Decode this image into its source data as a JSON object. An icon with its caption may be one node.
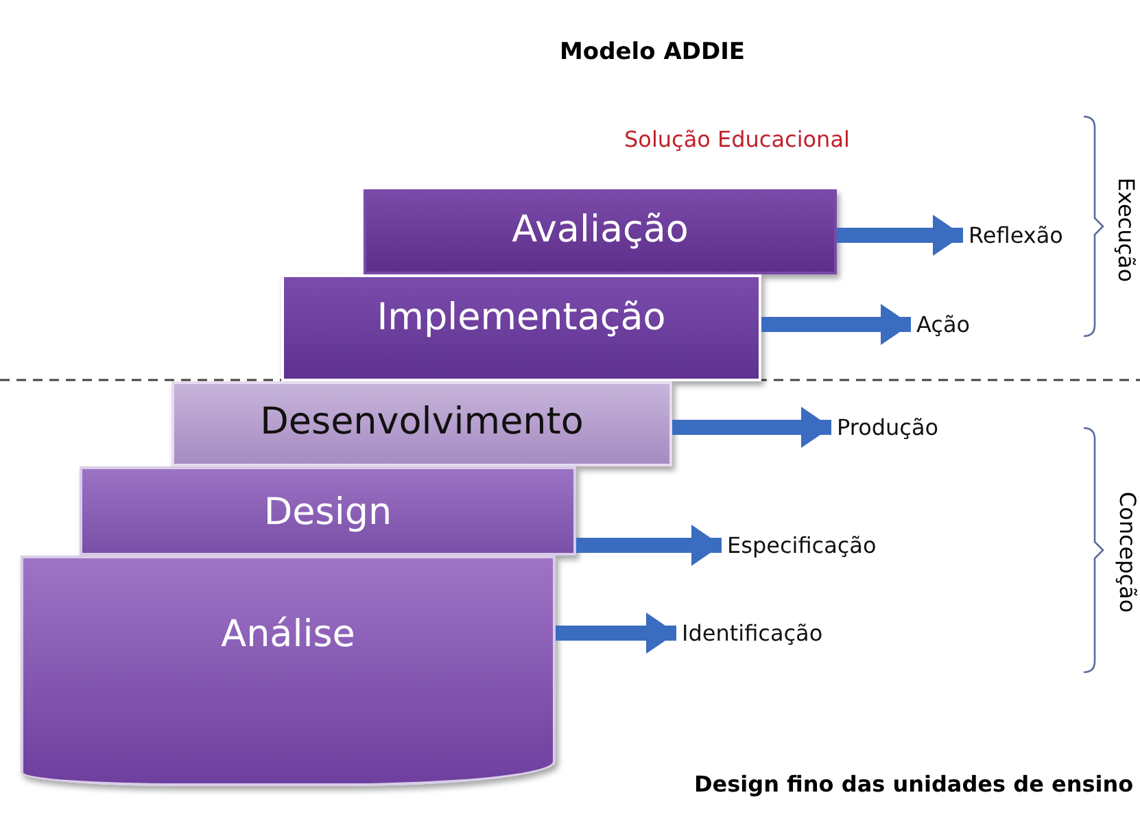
{
  "diagram": {
    "title": "Modelo ADDIE",
    "nodes": [
      {
        "text": [
          "Avaliação"
        ]
      },
      {
        "text": [
          "Implementação"
        ]
      },
      {
        "text": [
          "Desenvolvimento"
        ]
      },
      {
        "text": [
          "Design"
        ]
      },
      {
        "text": [
          "Análise"
        ]
      },
      {
        "text": [
          "Reflexão"
        ]
      },
      {
        "text": [
          "Ação"
        ]
      },
      {
        "text": [
          "Produção"
        ]
      },
      {
        "text": [
          "Especificação"
        ]
      },
      {
        "text": [
          "Identificação"
        ]
      }
    ],
    "edges": [
      {
        "from": 0,
        "to": 5,
        "arrow": "to"
      },
      {
        "from": 1,
        "to": 6,
        "arrow": "to"
      },
      {
        "from": 2,
        "to": 7,
        "arrow": "to"
      },
      {
        "from": 3,
        "to": 8,
        "arrow": "to"
      },
      {
        "from": 4,
        "to": 9,
        "arrow": "to"
      }
    ],
    "labels": [
      "Solução Educacional",
      "Execução",
      "Concepção",
      "Design fino das unidades de ensino"
    ]
  }
}
